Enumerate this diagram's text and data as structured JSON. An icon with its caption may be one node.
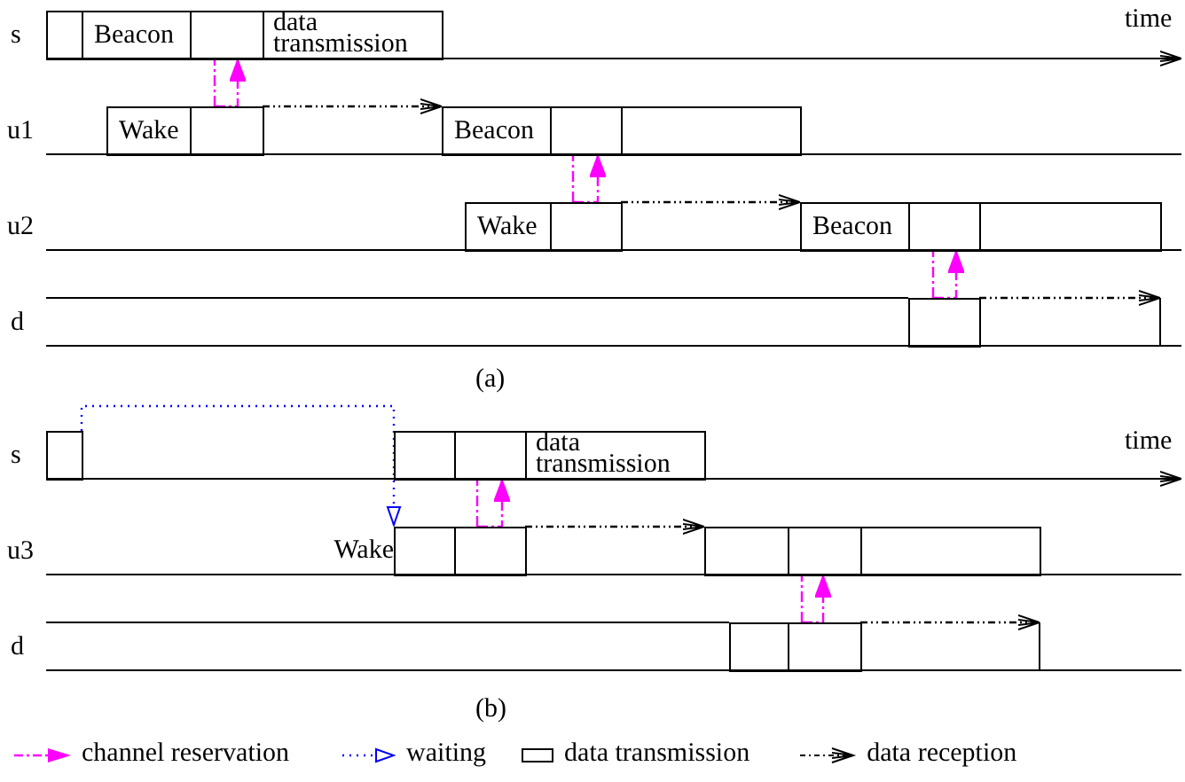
{
  "diagram": {
    "nodes": [
      {
        "text": [],
        "shape": "box"
      },
      {
        "text": [
          "Beacon"
        ]
      },
      {
        "text": [],
        "shape": "box"
      },
      {
        "text": [
          "data transmission"
        ]
      },
      {
        "text": [
          "Wake"
        ]
      },
      {
        "text": [],
        "shape": "box"
      },
      {
        "text": [
          "Beacon"
        ]
      },
      {
        "text": [],
        "shape": "box"
      },
      {
        "text": [],
        "shape": "box"
      },
      {
        "text": [
          "Wake"
        ]
      },
      {
        "text": [],
        "shape": "box"
      },
      {
        "text": [
          "Beacon"
        ]
      },
      {
        "text": [],
        "shape": "box"
      },
      {
        "text": [],
        "shape": "box"
      },
      {
        "text": [],
        "shape": "box"
      },
      {
        "text": [],
        "shape": "box"
      },
      {
        "text": [],
        "shape": "box"
      },
      {
        "text": [],
        "shape": "box"
      },
      {
        "text": [
          "data transmission"
        ]
      },
      {
        "text": [],
        "shape": "box",
        "beside": [
          "Wake"
        ]
      },
      {
        "text": [],
        "shape": "box"
      },
      {
        "text": [],
        "shape": "box"
      },
      {
        "text": [],
        "shape": "box"
      },
      {
        "text": [],
        "shape": "box"
      },
      {
        "text": [],
        "shape": "box"
      },
      {
        "text": [],
        "shape": "box"
      }
    ],
    "edges": [
      {
        "from": 5,
        "to": 2,
        "arrow": "to",
        "style": "dashed",
        "color": "#ff00ff"
      },
      {
        "from": 5,
        "to": 6,
        "arrow": "to",
        "style": "dashed",
        "color": "#000000"
      },
      {
        "from": 10,
        "to": 7,
        "arrow": "to",
        "style": "dashed",
        "color": "#ff00ff"
      },
      {
        "from": 10,
        "to": 11,
        "arrow": "to",
        "style": "dashed",
        "color": "#000000"
      },
      {
        "from": 14,
        "to": 12,
        "arrow": "to",
        "style": "dashed",
        "color": "#ff00ff"
      },
      {
        "from": 14,
        "to": null,
        "arrow": "to",
        "style": "dashed",
        "color": "#000000"
      },
      {
        "from": 15,
        "to": 19,
        "arrow": "to",
        "style": "dashed",
        "color": "#0000ff"
      },
      {
        "from": 20,
        "to": 17,
        "arrow": "to",
        "style": "dashed",
        "color": "#ff00ff"
      },
      {
        "from": 20,
        "to": 21,
        "arrow": "to",
        "style": "dashed",
        "color": "#000000"
      },
      {
        "from": 25,
        "to": 22,
        "arrow": "to",
        "style": "dashed",
        "color": "#ff00ff"
      },
      {
        "from": 25,
        "to": null,
        "arrow": "to",
        "style": "dashed",
        "color": "#000000"
      }
    ],
    "labels": [
      "time",
      "s",
      "u1",
      "u2",
      "d",
      "(a)",
      "time",
      "s",
      "u3",
      "d",
      "(b)"
    ],
    "legend": [
      {
        "text": "channel reservation"
      },
      {
        "text": "waiting"
      },
      {
        "text": "data transmission"
      },
      {
        "text": "data reception"
      }
    ]
  }
}
